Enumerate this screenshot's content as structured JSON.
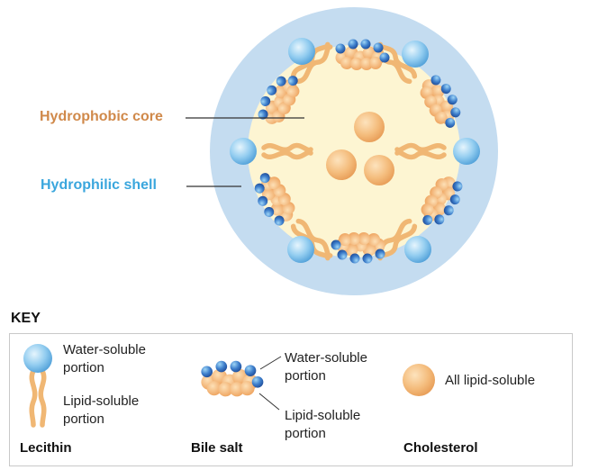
{
  "labels": {
    "hydrophobic_core": "Hydrophobic core",
    "hydrophilic_shell": "Hydrophilic shell"
  },
  "key": {
    "title": "KEY",
    "lecithin": {
      "water_soluble_1": "Water-soluble",
      "water_soluble_2": "portion",
      "lipid_soluble_1": "Lipid-soluble",
      "lipid_soluble_2": "portion",
      "name": "Lecithin"
    },
    "bile_salt": {
      "water_soluble_1": "Water-soluble",
      "water_soluble_2": "portion",
      "lipid_soluble_1": "Lipid-soluble",
      "lipid_soluble_2": "portion",
      "name": "Bile salt"
    },
    "cholesterol": {
      "description": "All lipid-soluble",
      "name": "Cholesterol"
    }
  },
  "colors": {
    "shell": "#c4dcf0",
    "core": "#fdf5d2",
    "hydrophobic_label": "#d0894a",
    "hydrophilic_label": "#3aa6dd",
    "lecithin_head": "#8cc8ee",
    "cholesterol": "#f3b876",
    "bile_head": "#2f63b5"
  }
}
